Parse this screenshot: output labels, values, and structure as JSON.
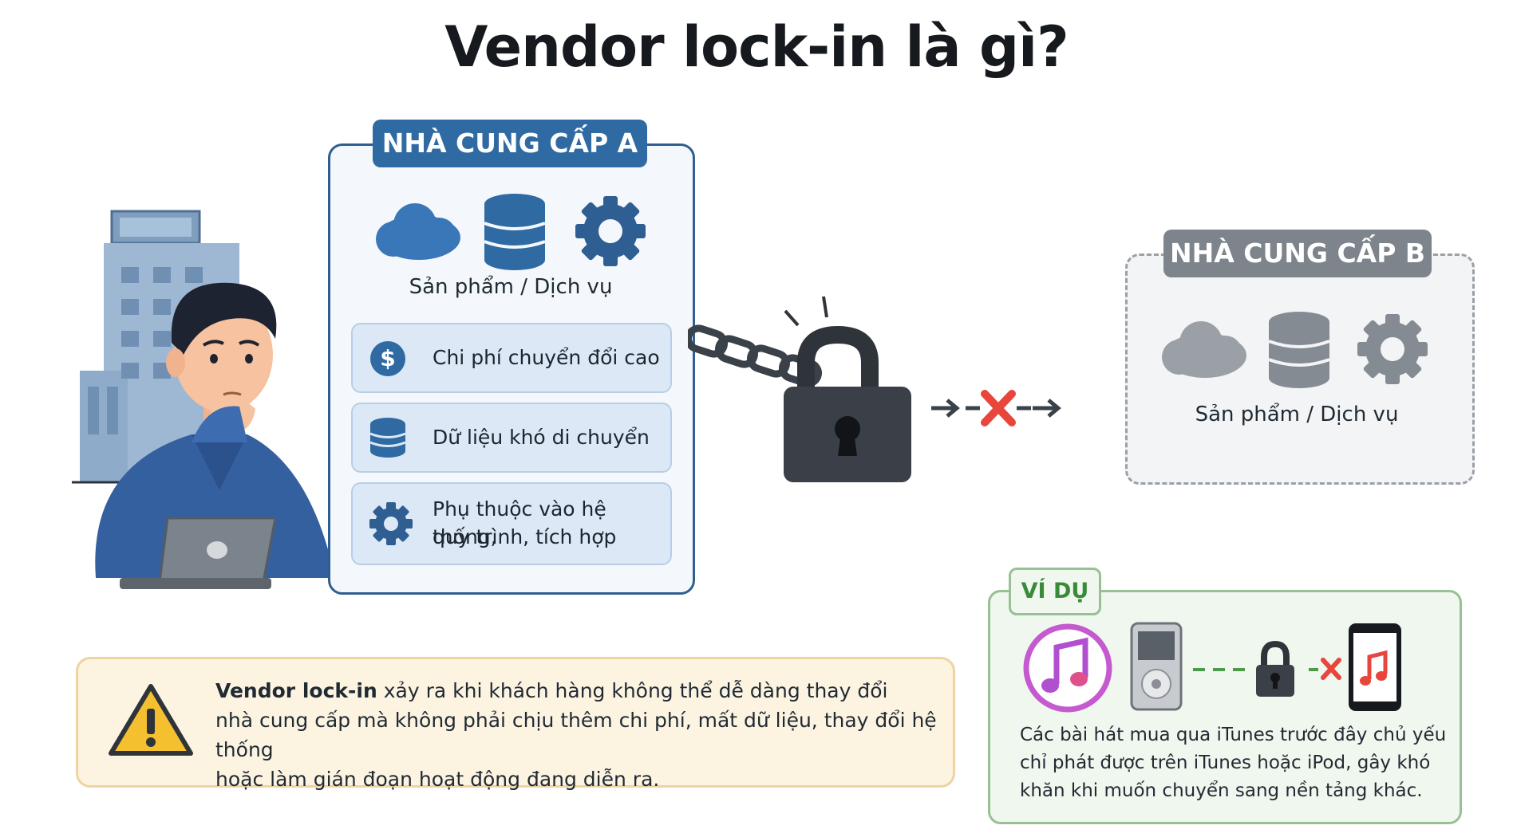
{
  "title": "Vendor lock-in là gì?",
  "provider_a": {
    "header": "NHÀ CUNG CẤP A",
    "caption": "Sản phẩm / Dịch vụ",
    "icons": [
      "cloud-icon",
      "database-icon",
      "gear-icon"
    ],
    "features": [
      {
        "icon": "dollar-icon",
        "text": "Chi phí chuyển đổi cao"
      },
      {
        "icon": "database-icon",
        "text": "Dữ liệu khó di chuyển"
      },
      {
        "icon": "gear-icon",
        "line1": "Phụ thuộc vào hệ thống,",
        "line2": "quy trình, tích hợp"
      }
    ]
  },
  "provider_b": {
    "header": "NHÀ CUNG CẤP B",
    "caption": "Sản phẩm / Dịch vụ",
    "icons": [
      "cloud-icon",
      "database-icon",
      "gear-icon"
    ]
  },
  "warning": {
    "bold": "Vendor lock-in",
    "line1_rest": " xảy ra khi khách hàng không thể dễ dàng thay đổi",
    "line2": "nhà cung cấp mà không phải chịu thêm chi phí, mất dữ liệu, thay đổi hệ thống",
    "line3": "hoặc làm gián đoạn hoạt động đang diễn ra."
  },
  "example": {
    "tab": "VÍ DỤ",
    "line1": "Các bài hát mua qua iTunes trước đây chủ yếu",
    "line2": "chỉ phát được trên iTunes hoặc iPod, gây khó",
    "line3": "khăn khi muốn chuyển sang nền tảng khác."
  },
  "colors": {
    "provider_a": "#2f6aa3",
    "provider_b": "#7d848b",
    "blocked": "#e8453c",
    "warning_bg": "#fdf3e1",
    "example_border": "#97c193"
  }
}
